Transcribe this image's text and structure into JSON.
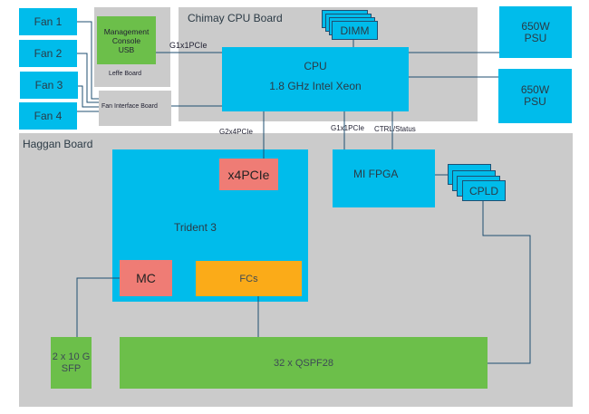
{
  "fans": [
    "Fan 1",
    "Fan 2",
    "Fan 3",
    "Fan 4"
  ],
  "leffe_board": {
    "label": "Leffe  Board",
    "mgmt": [
      "Management",
      "Console",
      "USB"
    ]
  },
  "fan_interface_board": "Fan Interface Board",
  "cpu_board": {
    "label": "Chimay CPU Board",
    "dimm": "DIMM",
    "cpu_title": "CPU",
    "cpu_subtitle": "1.8 GHz Intel Xeon"
  },
  "psus": [
    {
      "line1": "650W",
      "line2": "PSU"
    },
    {
      "line1": "650W",
      "line2": "PSU"
    }
  ],
  "haggan_board": {
    "label": "Haggan Board",
    "trident": "Trident 3",
    "x4pcie": "x4PCIe",
    "mc": "MC",
    "fcs": "FCs",
    "fpga": "MI FPGA",
    "cpld": "CPLD",
    "sfp": [
      "2 x 10 G",
      "SFP"
    ],
    "qsfp": "32 x QSPF28"
  },
  "links": {
    "g1x1pcie_top": "G1x1PCIe",
    "g2x4pcie": "G2x4PCIe",
    "g1x1pcie_fpga": "G1x1PCIe",
    "ctrl_status": "CTRL/Status"
  },
  "colors": {
    "board": "#cbcbcb",
    "component": "#00bceb",
    "port": "#6cbf4a",
    "controller": "#ef7c75",
    "fc": "#fbab18",
    "wire": "#1f4f72"
  }
}
